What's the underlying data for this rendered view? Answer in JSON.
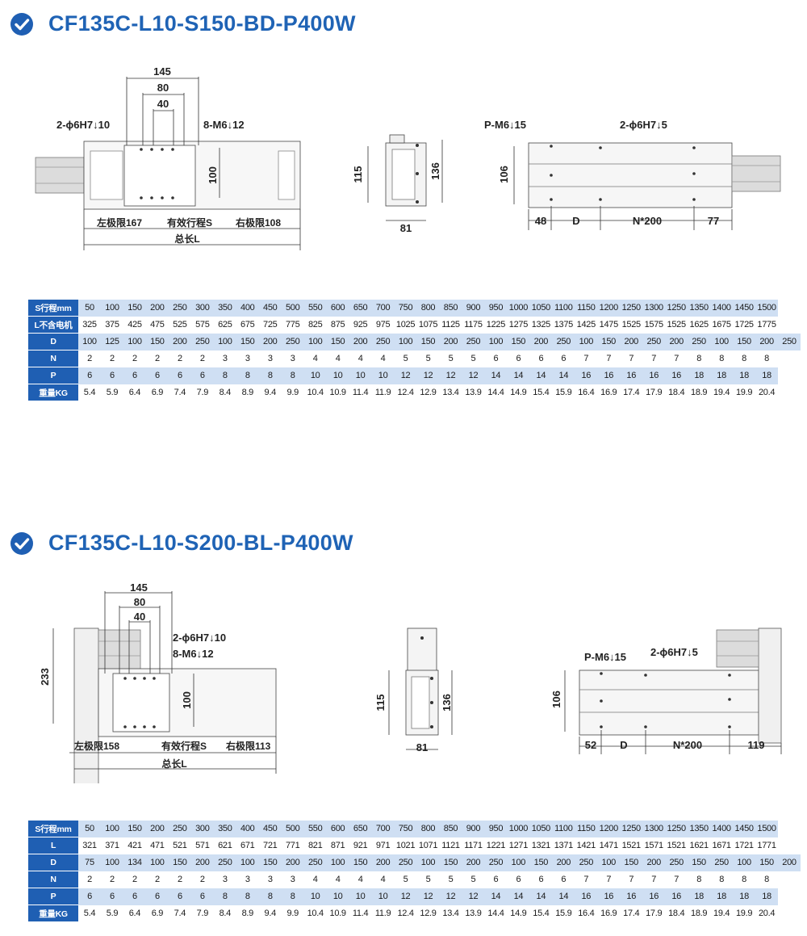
{
  "products": [
    {
      "title": "CF135C-L10-S150-BD-P400W",
      "dims": {
        "d145": "145",
        "d80": "80",
        "d40": "40",
        "hole_pin": "2-ϕ6H7↓10",
        "hole_tap": "8-M6↓12",
        "d100": "100",
        "left_limit": "左极限167",
        "stroke": "有效行程S",
        "right_limit": "右极限108",
        "total": "总长L",
        "end_115": "115",
        "end_136": "136",
        "end_81": "81",
        "side_tap": "P-M6↓15",
        "side_pin": "2-ϕ6H7↓5",
        "side_106": "106",
        "side_48": "48",
        "side_D": "D",
        "side_N": "N*200",
        "side_77": "77"
      },
      "table": [
        {
          "label": "S行程mm",
          "values": [
            "50",
            "100",
            "150",
            "200",
            "250",
            "300",
            "350",
            "400",
            "450",
            "500",
            "550",
            "600",
            "650",
            "700",
            "750",
            "800",
            "850",
            "900",
            "950",
            "1000",
            "1050",
            "1100",
            "1150",
            "1200",
            "1250",
            "1300",
            "1250",
            "1350",
            "1400",
            "1450",
            "1500"
          ]
        },
        {
          "label": "L不含电机",
          "values": [
            "325",
            "375",
            "425",
            "475",
            "525",
            "575",
            "625",
            "675",
            "725",
            "775",
            "825",
            "875",
            "925",
            "975",
            "1025",
            "1075",
            "1125",
            "1175",
            "1225",
            "1275",
            "1325",
            "1375",
            "1425",
            "1475",
            "1525",
            "1575",
            "1525",
            "1625",
            "1675",
            "1725",
            "1775"
          ]
        },
        {
          "label": "D",
          "values": [
            "100",
            "125",
            "100",
            "150",
            "200",
            "250",
            "100",
            "150",
            "200",
            "250",
            "100",
            "150",
            "200",
            "250",
            "100",
            "150",
            "200",
            "250",
            "100",
            "150",
            "200",
            "250",
            "100",
            "150",
            "200",
            "250",
            "200",
            "250",
            "100",
            "150",
            "200",
            "250"
          ]
        },
        {
          "label": "N",
          "values": [
            "2",
            "2",
            "2",
            "2",
            "2",
            "2",
            "3",
            "3",
            "3",
            "3",
            "4",
            "4",
            "4",
            "4",
            "5",
            "5",
            "5",
            "5",
            "6",
            "6",
            "6",
            "6",
            "7",
            "7",
            "7",
            "7",
            "7",
            "8",
            "8",
            "8",
            "8"
          ]
        },
        {
          "label": "P",
          "values": [
            "6",
            "6",
            "6",
            "6",
            "6",
            "6",
            "8",
            "8",
            "8",
            "8",
            "10",
            "10",
            "10",
            "10",
            "12",
            "12",
            "12",
            "12",
            "14",
            "14",
            "14",
            "14",
            "16",
            "16",
            "16",
            "16",
            "16",
            "18",
            "18",
            "18",
            "18"
          ]
        },
        {
          "label": "重量KG",
          "values": [
            "5.4",
            "5.9",
            "6.4",
            "6.9",
            "7.4",
            "7.9",
            "8.4",
            "8.9",
            "9.4",
            "9.9",
            "10.4",
            "10.9",
            "11.4",
            "11.9",
            "12.4",
            "12.9",
            "13.4",
            "13.9",
            "14.4",
            "14.9",
            "15.4",
            "15.9",
            "16.4",
            "16.9",
            "17.4",
            "17.9",
            "18.4",
            "18.9",
            "19.4",
            "19.9",
            "20.4"
          ]
        }
      ]
    },
    {
      "title": "CF135C-L10-S200-BL-P400W",
      "dims": {
        "d145": "145",
        "d80": "80",
        "d40": "40",
        "hole_pin": "2-ϕ6H7↓10",
        "hole_tap": "8-M6↓12",
        "d100": "100",
        "d233": "233",
        "left_limit": "左极限158",
        "stroke": "有效行程S",
        "right_limit": "右极限113",
        "total": "总长L",
        "end_115": "115",
        "end_136": "136",
        "end_81": "81",
        "side_tap": "P-M6↓15",
        "side_pin": "2-ϕ6H7↓5",
        "side_106": "106",
        "side_52": "52",
        "side_D": "D",
        "side_N": "N*200",
        "side_119": "119"
      },
      "table": [
        {
          "label": "S行程mm",
          "values": [
            "50",
            "100",
            "150",
            "200",
            "250",
            "300",
            "350",
            "400",
            "450",
            "500",
            "550",
            "600",
            "650",
            "700",
            "750",
            "800",
            "850",
            "900",
            "950",
            "1000",
            "1050",
            "1100",
            "1150",
            "1200",
            "1250",
            "1300",
            "1250",
            "1350",
            "1400",
            "1450",
            "1500"
          ]
        },
        {
          "label": "L",
          "values": [
            "321",
            "371",
            "421",
            "471",
            "521",
            "571",
            "621",
            "671",
            "721",
            "771",
            "821",
            "871",
            "921",
            "971",
            "1021",
            "1071",
            "1121",
            "1171",
            "1221",
            "1271",
            "1321",
            "1371",
            "1421",
            "1471",
            "1521",
            "1571",
            "1521",
            "1621",
            "1671",
            "1721",
            "1771"
          ]
        },
        {
          "label": "D",
          "values": [
            "75",
            "100",
            "134",
            "100",
            "150",
            "200",
            "250",
            "100",
            "150",
            "200",
            "250",
            "100",
            "150",
            "200",
            "250",
            "100",
            "150",
            "200",
            "250",
            "100",
            "150",
            "200",
            "250",
            "100",
            "150",
            "200",
            "250",
            "150",
            "250",
            "100",
            "150",
            "200"
          ]
        },
        {
          "label": "N",
          "values": [
            "2",
            "2",
            "2",
            "2",
            "2",
            "2",
            "3",
            "3",
            "3",
            "3",
            "4",
            "4",
            "4",
            "4",
            "5",
            "5",
            "5",
            "5",
            "6",
            "6",
            "6",
            "6",
            "7",
            "7",
            "7",
            "7",
            "7",
            "8",
            "8",
            "8",
            "8"
          ]
        },
        {
          "label": "P",
          "values": [
            "6",
            "6",
            "6",
            "6",
            "6",
            "6",
            "8",
            "8",
            "8",
            "8",
            "10",
            "10",
            "10",
            "10",
            "12",
            "12",
            "12",
            "12",
            "14",
            "14",
            "14",
            "14",
            "16",
            "16",
            "16",
            "16",
            "16",
            "18",
            "18",
            "18",
            "18"
          ]
        },
        {
          "label": "重量KG",
          "values": [
            "5.4",
            "5.9",
            "6.4",
            "6.9",
            "7.4",
            "7.9",
            "8.4",
            "8.9",
            "9.4",
            "9.9",
            "10.4",
            "10.9",
            "11.4",
            "11.9",
            "12.4",
            "12.9",
            "13.4",
            "13.9",
            "14.4",
            "14.9",
            "15.4",
            "15.9",
            "16.4",
            "16.9",
            "17.4",
            "17.9",
            "18.4",
            "18.9",
            "19.4",
            "19.9",
            "20.4"
          ]
        }
      ]
    }
  ]
}
